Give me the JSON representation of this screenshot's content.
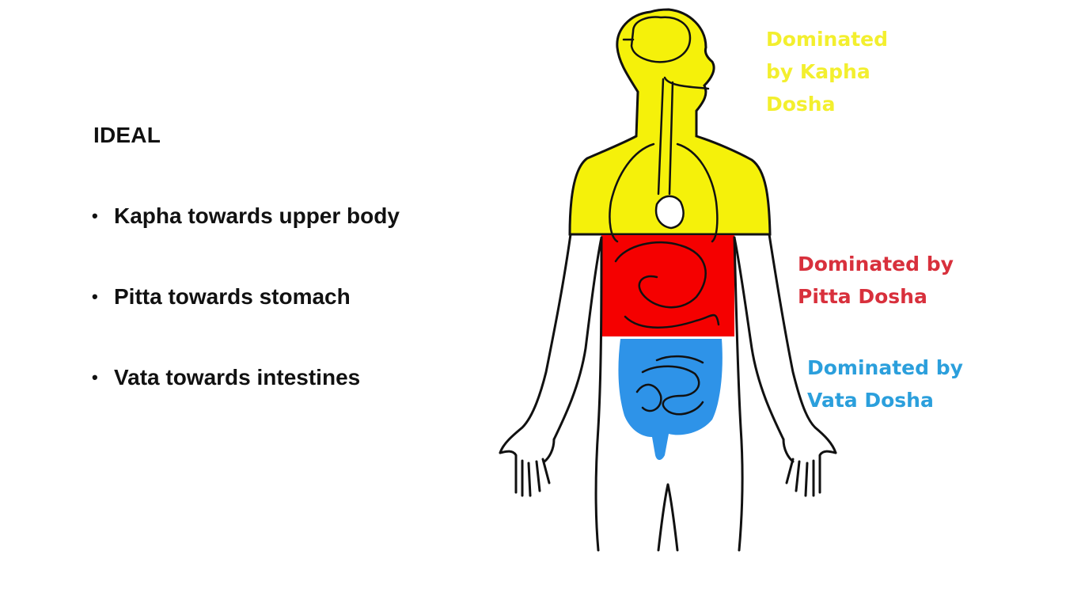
{
  "heading": "IDEAL",
  "bullets": [
    {
      "marker": "•",
      "text": "Kapha towards upper body"
    },
    {
      "marker": "•",
      "text": "Pitta towards stomach"
    },
    {
      "marker": "•",
      "text": "Vata towards intestines"
    }
  ],
  "labels": {
    "kapha": {
      "lines": [
        "Dominated",
        "by Kapha",
        "Dosha"
      ],
      "color": "#f3ef2e"
    },
    "pitta": {
      "lines": [
        "Dominated by",
        "Pitta Dosha"
      ],
      "color": "#d8303c"
    },
    "vata": {
      "lines": [
        "Dominated by",
        "Vata Dosha"
      ],
      "color": "#2b9fdc"
    }
  },
  "zones": {
    "kapha_fill": "#f5f10a",
    "pitta_fill": "#f50000",
    "vata_fill": "#2e93e8",
    "outline": "#111111"
  }
}
